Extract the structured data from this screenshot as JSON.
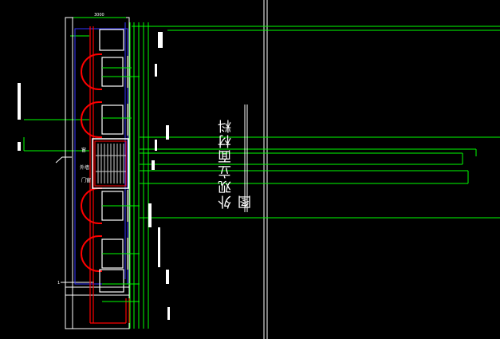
{
  "drawing": {
    "title": "外观立面材料图",
    "annotations": {
      "top_dimension": "3000",
      "left_mark": "1",
      "left_label_a": "窗",
      "left_label_b": "外墙",
      "center_label": "门窗"
    },
    "colors": {
      "background": "#000000",
      "leader_lines": "#00ff00",
      "outline": "#ffffff",
      "wall_edge": "#ff0000",
      "axis": "#0000ff",
      "frame": "#ffffff"
    }
  }
}
